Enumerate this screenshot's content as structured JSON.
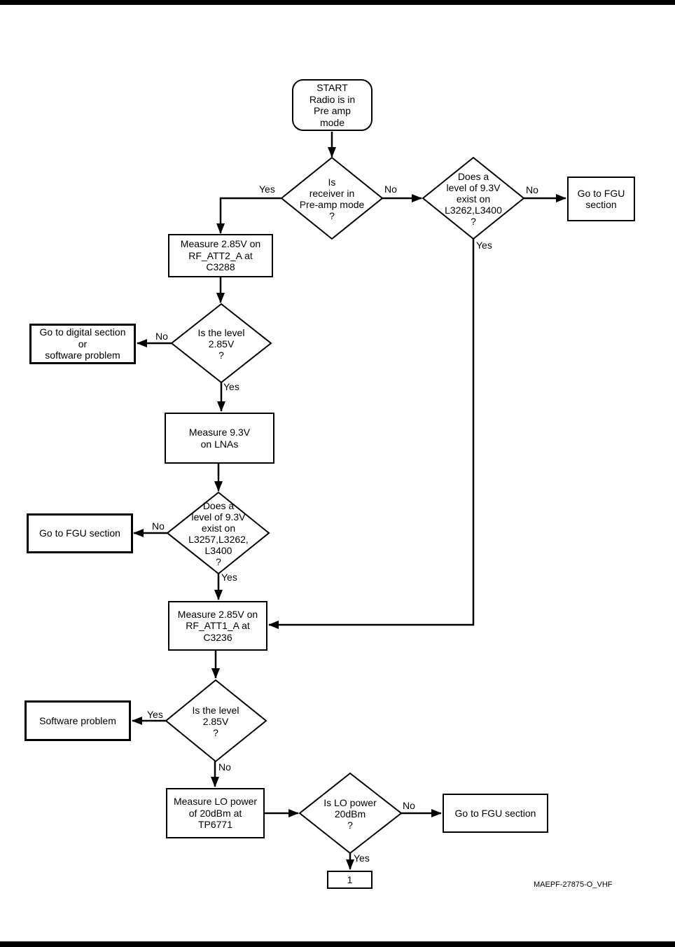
{
  "page": {
    "caption": "MAEPF-27875-O_VHF",
    "line_color": "#000000",
    "background_color": "#ffffff"
  },
  "flow": {
    "nodes": {
      "start": {
        "type": "terminator",
        "text": "START\nRadio is in\nPre amp\nmode"
      },
      "d_preamp": {
        "type": "decision",
        "text": "Is\nreceiver in\nPre-amp mode\n?"
      },
      "d_93v_l3262": {
        "type": "decision",
        "text": "Does a\nlevel of 9.3V\nexist on\nL3262,L3400\n?"
      },
      "fgu_top": {
        "type": "process",
        "text": "Go to FGU\nsection"
      },
      "measure_att2": {
        "type": "process",
        "text": "Measure 2.85V on\nRF_ATT2_A at\nC3288"
      },
      "d_level285_a": {
        "type": "decision",
        "text": "Is the level\n2.85V\n?"
      },
      "digital_section": {
        "type": "process",
        "text": "Go to digital section\nor\nsoftware problem"
      },
      "measure_lna": {
        "type": "process",
        "text": "Measure 9.3V\non LNAs"
      },
      "d_93v_l3257": {
        "type": "decision",
        "text": "Does a\nlevel of 9.3V\nexist on\nL3257,L3262,\nL3400\n?"
      },
      "fgu_left": {
        "type": "process",
        "text": "Go to FGU section"
      },
      "measure_att1": {
        "type": "process",
        "text": "Measure 2.85V on\nRF_ATT1_A at\nC3236"
      },
      "d_level285_b": {
        "type": "decision",
        "text": "Is the level\n2.85V\n?"
      },
      "software_problem": {
        "type": "process",
        "text": "Software problem"
      },
      "measure_lo": {
        "type": "process",
        "text": "Measure LO power\nof 20dBm at\nTP6771"
      },
      "d_lo_power": {
        "type": "decision",
        "text": "Is LO power\n20dBm\n?"
      },
      "fgu_bottom": {
        "type": "process",
        "text": "Go to FGU section"
      },
      "connector_1": {
        "type": "connector",
        "text": "1"
      }
    },
    "edge_labels": {
      "preamp_yes": "Yes",
      "preamp_no": "No",
      "l3262_no": "No",
      "l3262_yes": "Yes",
      "level_a_no": "No",
      "level_a_yes": "Yes",
      "l3257_no": "No",
      "l3257_yes": "Yes",
      "level_b_yes": "Yes",
      "level_b_no": "No",
      "lo_no": "No",
      "lo_yes": "Yes"
    }
  }
}
